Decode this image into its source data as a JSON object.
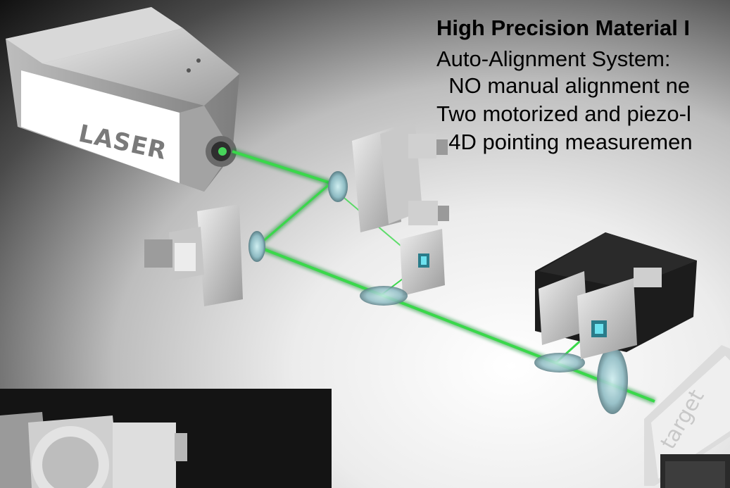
{
  "text": {
    "title": "High Precision Material I",
    "line1": "Auto-Alignment System:",
    "line2": "  NO manual alignment ne",
    "line3": "Two motorized and piezo-l",
    "line4": "  4D pointing measuremen"
  },
  "labels": {
    "laser": "LASER",
    "target": "target"
  },
  "colors": {
    "beam": "#39d84a",
    "beam_glow": "#0f8f2a",
    "laser_accent": "#d8372a",
    "housing": "#cfcfcf",
    "housing_dark": "#8a8a8a"
  },
  "icons": {
    "laser_source": "laser-housing",
    "mirror_mount": "kinematic-mount",
    "beam_splitter": "round-window",
    "target_block": "target-plate"
  }
}
